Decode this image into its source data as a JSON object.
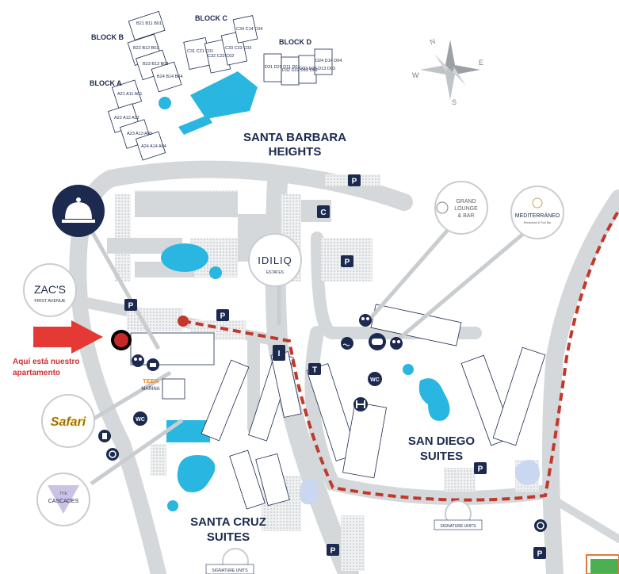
{
  "blocks": {
    "block_a": {
      "label": "BLOCK A",
      "units": [
        "A21 A11 A01",
        "A22 A12 A02",
        "A23 A13 A03",
        "A24 A14 A04"
      ]
    },
    "block_b": {
      "label": "BLOCK B",
      "units": [
        "B21 B11 B01",
        "B22 B12 B02",
        "B23 B13 B03",
        "B24 B14 B04"
      ]
    },
    "block_c": {
      "label": "BLOCK C",
      "units": [
        "C31 C21 C01",
        "C32 C22 C02",
        "C33 C23 C03",
        "C34 C14 C04"
      ]
    },
    "block_d": {
      "label": "BLOCK D",
      "units": [
        "D31 D21 D11 D01",
        "D32 D22 D12 D02",
        "D33 D23 D13 D03",
        "D24 D14 D04"
      ]
    }
  },
  "areas": {
    "santa_barbara": [
      "SANTA BARBARA",
      "HEIGHTS"
    ],
    "san_diego": [
      "SAN DIEGO",
      "SUITES"
    ],
    "santa_cruz": [
      "SANTA CRUZ",
      "SUITES"
    ]
  },
  "pins": {
    "parking": "P",
    "clubhouse": "C",
    "info": "I",
    "transport": "T",
    "restroom": "WC"
  },
  "venues": {
    "zacs": {
      "name": "ZAC'S",
      "sub": "FIRST AVENUE"
    },
    "idiliq": {
      "name": "IDILIQ",
      "sub": "ESTATES"
    },
    "grand_lounge": [
      "GRAND",
      "LOUNGE",
      "& BAR"
    ],
    "mediterraneo": {
      "name": "MEDITERRÁNEO",
      "sub": "Restaurant & Pool Bar"
    },
    "safari": "Safari",
    "cascades": {
      "the": "THE",
      "name": "CASCADES"
    },
    "teen_marina": {
      "name": "TEEN",
      "sub": "MARINA"
    },
    "signature_units": "SIGNATURE UNITS"
  },
  "annotation": {
    "line1": "Aquí está nuestro",
    "line2": "apartamento"
  },
  "compass": {
    "letters": [
      "N",
      "E",
      "S",
      "W"
    ]
  },
  "colors": {
    "navy": "#1b2a4e",
    "pool": "#29b6e0",
    "road": "#d5d8da",
    "building": "#ffffff",
    "route": "#c0392b",
    "arrow": "#e53935",
    "marker": "#c62828"
  }
}
